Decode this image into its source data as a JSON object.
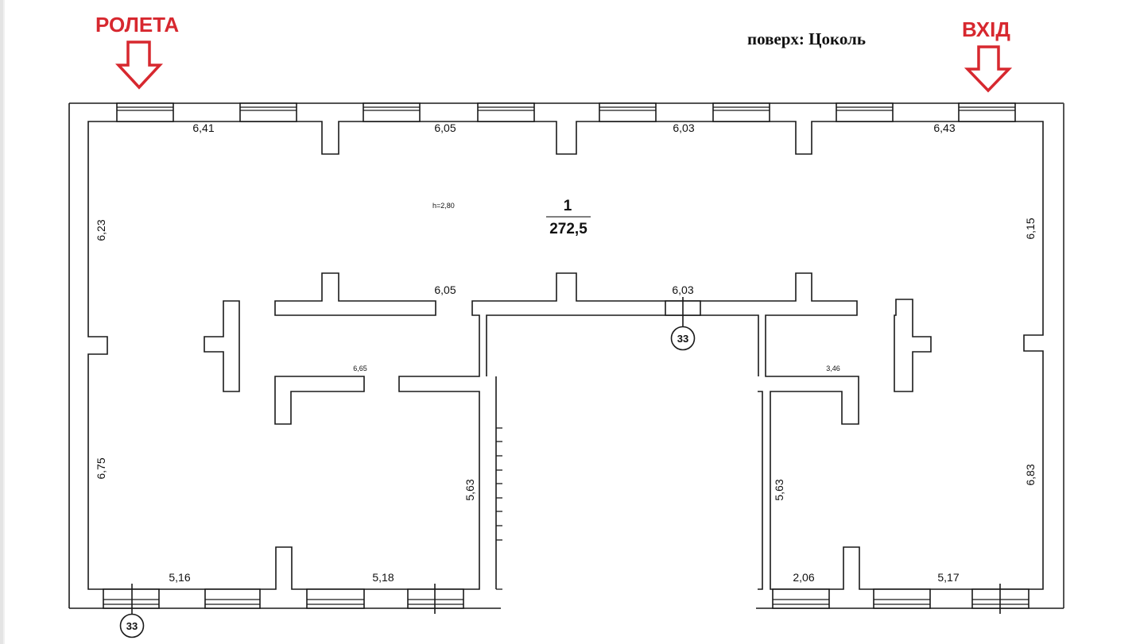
{
  "header": {
    "floor_label": "поверх:  Цоколь",
    "left_marker": {
      "label": "РОЛЕТА",
      "icon": "down-arrow-icon",
      "color": "#d7282f"
    },
    "right_marker": {
      "label": "ВХІД",
      "icon": "down-arrow-icon",
      "color": "#d7282f"
    }
  },
  "room": {
    "number": "1",
    "area": "272,5",
    "height": "h=2,80"
  },
  "dimensions": {
    "top": [
      "6,41",
      "6,05",
      "6,03",
      "6,43"
    ],
    "left_upper": "6,23",
    "left_lower": "6,75",
    "right_upper": "6,15",
    "right_lower": "6,83",
    "inner_top_left": "6,05",
    "inner_top_right": "6,03",
    "inner_small_left": "6,65",
    "inner_small_right": "3,46",
    "inner_vertical_left": "5,63",
    "inner_vertical_right": "5,63",
    "bottom": [
      "5,16",
      "5,18",
      "2,06",
      "5,17"
    ]
  },
  "axis_tags": [
    "33",
    "33"
  ]
}
